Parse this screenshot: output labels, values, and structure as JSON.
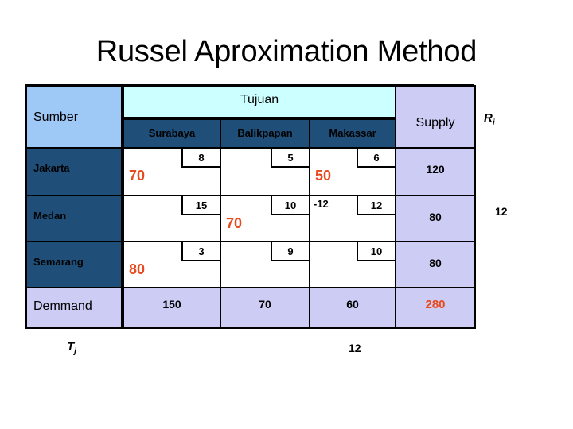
{
  "title": "Russel Aproximation Method",
  "table": {
    "source_header": "Sumber",
    "dest_group_header": "Tujuan",
    "supply_header": "Supply",
    "destinations": [
      "Surabaya",
      "Balikpapan",
      "Makassar"
    ],
    "demand_label": "Demmand",
    "demands": [
      "150",
      "70",
      "60"
    ],
    "total": "280",
    "rows": [
      {
        "name": "Jakarta",
        "supply": "120",
        "cells": [
          {
            "cost": "8",
            "allocation": "70",
            "delta": ""
          },
          {
            "cost": "5",
            "allocation": "",
            "delta": ""
          },
          {
            "cost": "6",
            "allocation": "50",
            "delta": ""
          }
        ]
      },
      {
        "name": "Medan",
        "supply": "80",
        "cells": [
          {
            "cost": "15",
            "allocation": "",
            "delta": ""
          },
          {
            "cost": "10",
            "allocation": "70",
            "delta": ""
          },
          {
            "cost": "12",
            "allocation": "",
            "delta": "-12"
          }
        ]
      },
      {
        "name": "Semarang",
        "supply": "80",
        "cells": [
          {
            "cost": "3",
            "allocation": "80",
            "delta": ""
          },
          {
            "cost": "9",
            "allocation": "",
            "delta": ""
          },
          {
            "cost": "10",
            "allocation": "",
            "delta": ""
          }
        ]
      }
    ]
  },
  "annotations": {
    "ri_label": "R",
    "ri_subscript": "i",
    "ri_medan_value": "12",
    "tj_label": "T",
    "tj_subscript": "j",
    "tj_makassar_value": "12"
  },
  "colors": {
    "source_header_bg": "#9ec8f5",
    "dest_group_bg": "#ccffff",
    "dest_sub_bg": "#1f4e79",
    "supply_bg": "#ccccf5",
    "row_label_bg": "#1f4e79",
    "allocation_text": "#e8491d",
    "total_text": "#e8491d",
    "border": "#000000",
    "body_bg": "#ffffff"
  }
}
